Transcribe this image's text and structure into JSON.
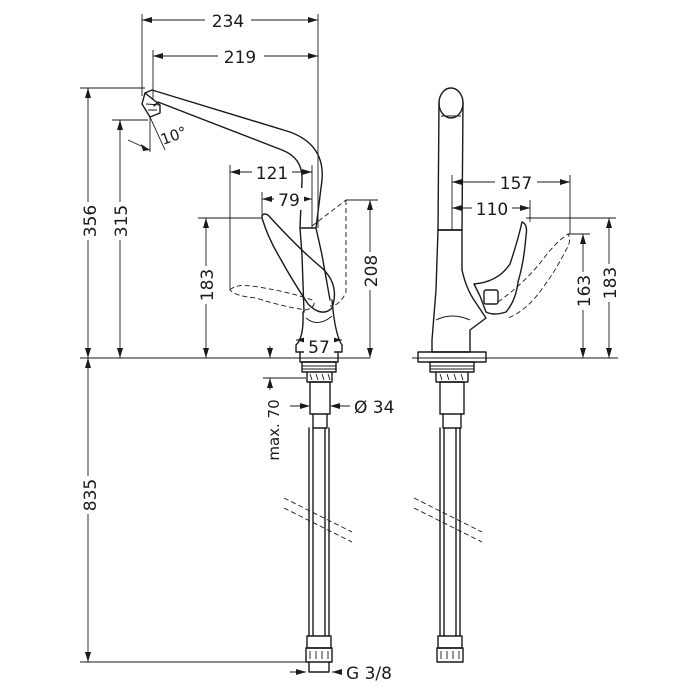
{
  "front_view": {
    "spout_reach": "234",
    "aerator_reach": "219",
    "spout_angle": "10°",
    "handle_reach_open": "121",
    "handle_reach": "79",
    "total_height": "356",
    "outlet_height": "315",
    "lever_height": "183",
    "handle_top_height": "208",
    "base_diameter": "57",
    "shank_diameter": "Ø 34",
    "max_deck_thickness": "max. 70",
    "hose_length": "835",
    "connection_thread": "G 3/8"
  },
  "side_view": {
    "lever_reach_open": "157",
    "lever_reach": "110",
    "lever_height": "163",
    "lever_height_open": "183"
  }
}
